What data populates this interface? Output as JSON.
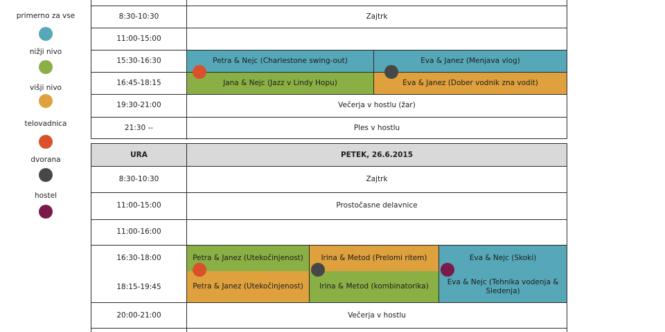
{
  "legend": {
    "items": [
      {
        "label": "primerno za vse",
        "color": "#56a8b8"
      },
      {
        "label": "nižji nivo",
        "color": "#8ab045"
      },
      {
        "label": "višji nivo",
        "color": "#dea13d"
      },
      {
        "label": "telovadnica",
        "color": "#d9502b"
      },
      {
        "label": "dvorana",
        "color": "#474747"
      },
      {
        "label": "hostel",
        "color": "#7a1a4a"
      }
    ]
  },
  "day1": {
    "rows": [
      {
        "time": "8:30-10:30",
        "events": [
          "Zajtrk"
        ]
      },
      {
        "time": "11:00-15:00",
        "events": [
          ""
        ]
      },
      {
        "time": "15:30-16:30",
        "events": [
          "Petra & Nejc (Charlestone swing-out)",
          "Eva & Janez (Menjava vlog)"
        ]
      },
      {
        "time": "16:45-18:15",
        "events": [
          "Jana & Nejc (Jazz v Lindy Hopu)",
          "Eva & Janez (Dober vodnik zna vodit)"
        ]
      },
      {
        "time": "19:30-21:00",
        "events": [
          "Večerja v hostlu (žar)"
        ]
      },
      {
        "time": "21:30 --",
        "events": [
          "Ples v hostlu"
        ]
      }
    ]
  },
  "day2": {
    "header": {
      "time": "URA",
      "day": "PETEK, 26.6.2015"
    },
    "rows": [
      {
        "time": "8:30-10:30",
        "events": [
          "Zajtrk"
        ]
      },
      {
        "time": "11:00-15:00",
        "events": [
          "Prostočasne delavnice"
        ]
      },
      {
        "time": "11:00-16:00",
        "events": [
          ""
        ]
      },
      {
        "time": "16:30-18:00",
        "events": [
          "Petra & Janez (Utekočinjenost)",
          "Irina & Metod (Prelomi ritem)",
          "Eva & Nejc (Skoki)"
        ]
      },
      {
        "time": "18:15-19:45",
        "events": [
          "Petra & Janez (Utekočinjenost)",
          "Irina & Metod (kombinatorika)",
          "Eva & Nejc (Tehnika vodenja & Sledenja)"
        ]
      },
      {
        "time": "20:00-21:00",
        "events": [
          "Večerja v hostlu"
        ]
      }
    ]
  }
}
